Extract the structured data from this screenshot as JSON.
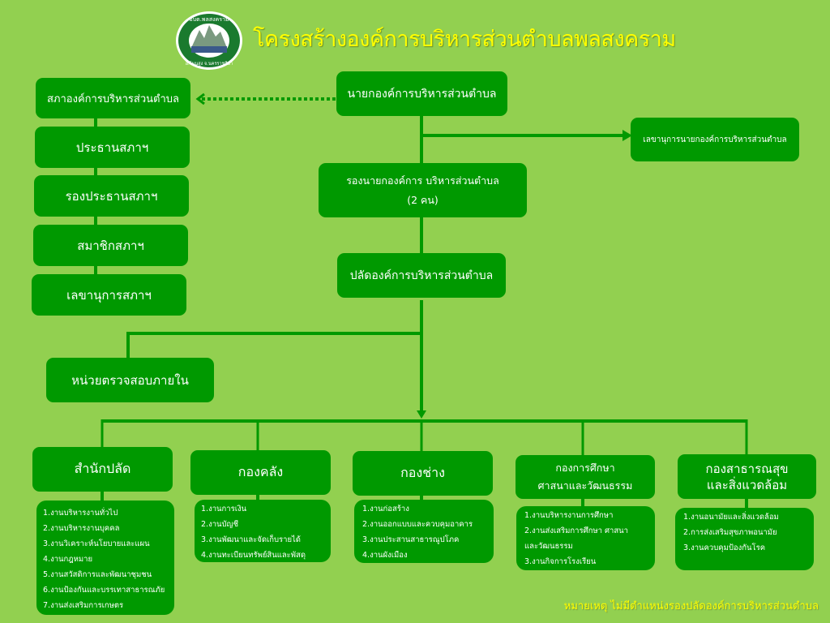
{
  "title": "โครงสร้างองค์การบริหารส่วนตำบลพลสงคราม",
  "logo": {
    "icon": "emblem-logo-icon",
    "top_text": "อบต.พลสงคราม",
    "bottom_text": "อ.โนนสูง จ.นครราชสีมา"
  },
  "colors": {
    "background": "#92d050",
    "box": "#009900",
    "title": "#ffff00",
    "text": "#ffffff"
  },
  "council": {
    "header": "สภาองค์การบริหารส่วนตำบล",
    "members": [
      "ประธานสภาฯ",
      "รองประธานสภาฯ",
      "สมาชิกสภาฯ",
      "เลขานุการสภาฯ"
    ]
  },
  "mayor": "นายกองค์การบริหารส่วนตำบล",
  "mayor_secretary": "เลขานุการนายกองค์การบริหารส่วนตำบล",
  "deputy_mayor": {
    "line1": "รองนายกองค์การ บริหารส่วนตำบล",
    "line2": "(2 คน)"
  },
  "chief_administrator": "ปลัดองค์การบริหารส่วนตำบล",
  "internal_audit": "หน่วยตรวจสอบภายใน",
  "departments": [
    {
      "name": "สำนักปลัด",
      "tasks": [
        "1.งานบริหารงานทั่วไป",
        "2.งานบริหารงานบุคคล",
        "3.งานวิเคราะห์นโยบายและแผน",
        "4.งานกฎหมาย",
        "5.งานสวัสดิการและพัฒนาชุมชน",
        "6.งานป้องกันและบรรเทาสาธารณภัย",
        "7.งานส่งเสริมการเกษตร"
      ]
    },
    {
      "name": "กองคลัง",
      "tasks": [
        "1.งานการเงิน",
        "2.งานบัญชี",
        "3.งานพัฒนาและจัดเก็บรายได้",
        "4.งานทะเบียนทรัพย์สินและพัสดุ"
      ]
    },
    {
      "name": "กองช่าง",
      "tasks": [
        "1.งานก่อสร้าง",
        "2.งานออกแบบและควบคุมอาคาร",
        "3.งานประสานสาธารณูปโภค",
        "4.งานผังเมือง"
      ]
    },
    {
      "name_line1": "กองการศึกษา",
      "name_line2": "ศาสนาและวัฒนธรรม",
      "tasks": [
        "1.งานบริหารงานการศึกษา",
        "2.งานส่งเสริมการศึกษา ศาสนา",
        "และวัฒนธรรม",
        "3.งานกิจการโรงเรียน"
      ]
    },
    {
      "name_line1": "กองสาธารณสุข",
      "name_line2": "และสิ่งแวดล้อม",
      "tasks": [
        "1.งานอนามัยและสิ่งแวดล้อม",
        "2.การส่งเสริมสุขภาพอนามัย",
        "3.งานควบคุมป้องกันโรค"
      ]
    }
  ],
  "note": "หมายเหตุ  ไม่มีตำแหน่งรองปลัดองค์การบริหารส่วนตำบล"
}
